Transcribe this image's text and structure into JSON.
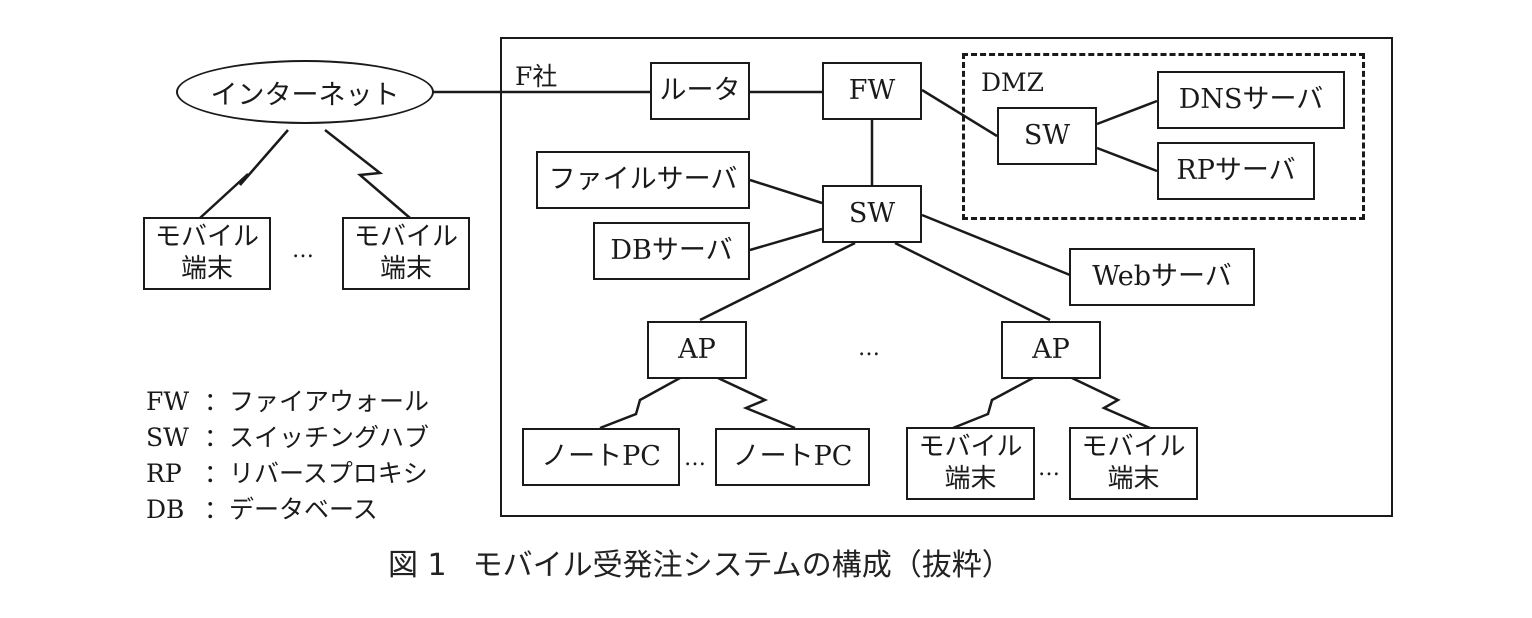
{
  "caption": {
    "figure_number": "図 1",
    "title": "モバイル受発注システムの構成（抜粋）"
  },
  "internet": {
    "label": "インターネット"
  },
  "external_devices": [
    {
      "line1": "モバイル",
      "line2": "端末"
    },
    {
      "line1": "モバイル",
      "line2": "端末"
    }
  ],
  "company": {
    "label": "F社"
  },
  "dmz": {
    "label": "DMZ"
  },
  "nodes": {
    "router": "ルータ",
    "fw": "FW",
    "dmz_sw": "SW",
    "dns_server": "DNSサーバ",
    "rp_server": "RPサーバ",
    "file_server": "ファイルサーバ",
    "core_sw": "SW",
    "db_server": "DBサーバ",
    "web_server": "Webサーバ",
    "ap_left": "AP",
    "ap_right": "AP"
  },
  "internal_devices": {
    "notebook_pcs": [
      "ノートPC",
      "ノートPC"
    ],
    "mobile_terminals": [
      {
        "line1": "モバイル",
        "line2": "端末"
      },
      {
        "line1": "モバイル",
        "line2": "端末"
      }
    ]
  },
  "ellipsis": "…",
  "legend": [
    {
      "abbr": "FW",
      "sep": "：",
      "meaning": "ファイアウォール"
    },
    {
      "abbr": "SW",
      "sep": "：",
      "meaning": "スイッチングハブ"
    },
    {
      "abbr": "RP",
      "sep": "：",
      "meaning": "リバースプロキシ"
    },
    {
      "abbr": "DB",
      "sep": "：",
      "meaning": "データベース"
    }
  ],
  "connections": [
    {
      "from": "internet",
      "to": "router",
      "type": "wired"
    },
    {
      "from": "router",
      "to": "fw",
      "type": "wired"
    },
    {
      "from": "fw",
      "to": "dmz_sw",
      "type": "wired"
    },
    {
      "from": "dmz_sw",
      "to": "dns_server",
      "type": "wired"
    },
    {
      "from": "dmz_sw",
      "to": "rp_server",
      "type": "wired"
    },
    {
      "from": "fw",
      "to": "core_sw",
      "type": "wired"
    },
    {
      "from": "core_sw",
      "to": "file_server",
      "type": "wired"
    },
    {
      "from": "core_sw",
      "to": "db_server",
      "type": "wired"
    },
    {
      "from": "core_sw",
      "to": "web_server",
      "type": "wired"
    },
    {
      "from": "core_sw",
      "to": "ap_left",
      "type": "wired"
    },
    {
      "from": "core_sw",
      "to": "ap_right",
      "type": "wired"
    },
    {
      "from": "internet",
      "to": "external_mobile_1",
      "type": "wireless"
    },
    {
      "from": "internet",
      "to": "external_mobile_2",
      "type": "wireless"
    },
    {
      "from": "ap_left",
      "to": "notebook_pc_1",
      "type": "wireless"
    },
    {
      "from": "ap_left",
      "to": "notebook_pc_2",
      "type": "wireless"
    },
    {
      "from": "ap_right",
      "to": "mobile_terminal_1",
      "type": "wireless"
    },
    {
      "from": "ap_right",
      "to": "mobile_terminal_2",
      "type": "wireless"
    }
  ]
}
